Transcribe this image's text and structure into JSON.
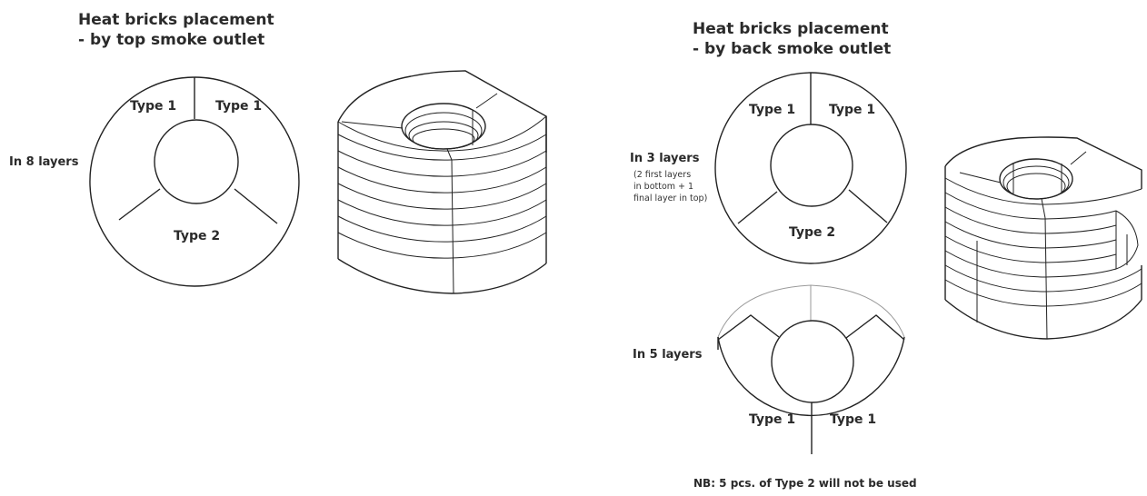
{
  "left_title": {
    "line1": "Heat bricks placement",
    "line2": "- by top smoke outlet"
  },
  "right_title": {
    "line1": "Heat bricks placement",
    "line2": "- by back smoke outlet"
  },
  "left_ring": {
    "layers_label": "In 8 layers",
    "segments": [
      "Type 1",
      "Type 1",
      "Type 2"
    ]
  },
  "right_top_ring": {
    "layers_label": "In 3 layers",
    "note": [
      "(2 first layers",
      "in bottom + 1",
      "final layer in top)"
    ],
    "segments": [
      "Type 1",
      "Type 1",
      "Type 2"
    ]
  },
  "right_bottom_ring": {
    "layers_label": "In 5 layers",
    "segments": [
      "Type 1",
      "Type 1"
    ]
  },
  "footnote": "NB: 5 pcs. of Type 2 will not be used"
}
